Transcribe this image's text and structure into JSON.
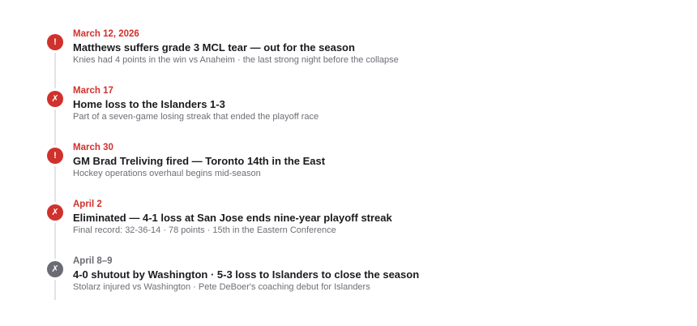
{
  "colors": {
    "alert": "#d0312d",
    "neutral": "#6b6b74",
    "rail": "#e3e3e6",
    "headline": "#1b1b1f",
    "detail": "#6e6e76"
  },
  "events": [
    {
      "date": "March 12, 2026",
      "headline": "Matthews suffers grade 3 MCL tear — out for the season",
      "detail": "Knies had 4 points in the win vs Anaheim · the last strong night before the collapse",
      "icon": "exclamation-icon",
      "glyph": "!",
      "tone": "red"
    },
    {
      "date": "March 17",
      "headline": "Home loss to the Islanders 1-3",
      "detail": "Part of a seven-game losing streak that ended the playoff race",
      "icon": "cross-icon",
      "glyph": "✗",
      "tone": "red"
    },
    {
      "date": "March 30",
      "headline": "GM Brad Treliving fired — Toronto 14th in the East",
      "detail": "Hockey operations overhaul begins mid-season",
      "icon": "exclamation-icon",
      "glyph": "!",
      "tone": "red"
    },
    {
      "date": "April 2",
      "headline": "Eliminated — 4-1 loss at San Jose ends nine-year playoff streak",
      "detail": "Final record: 32-36-14 · 78 points · 15th in the Eastern Conference",
      "icon": "cross-icon",
      "glyph": "✗",
      "tone": "red"
    },
    {
      "date": "April 8–9",
      "headline": "4-0 shutout by Washington · 5-3 loss to Islanders to close the season",
      "detail": "Stolarz injured vs Washington · Pete DeBoer's coaching debut for Islanders",
      "icon": "cross-icon",
      "glyph": "✗",
      "tone": "gray"
    }
  ]
}
